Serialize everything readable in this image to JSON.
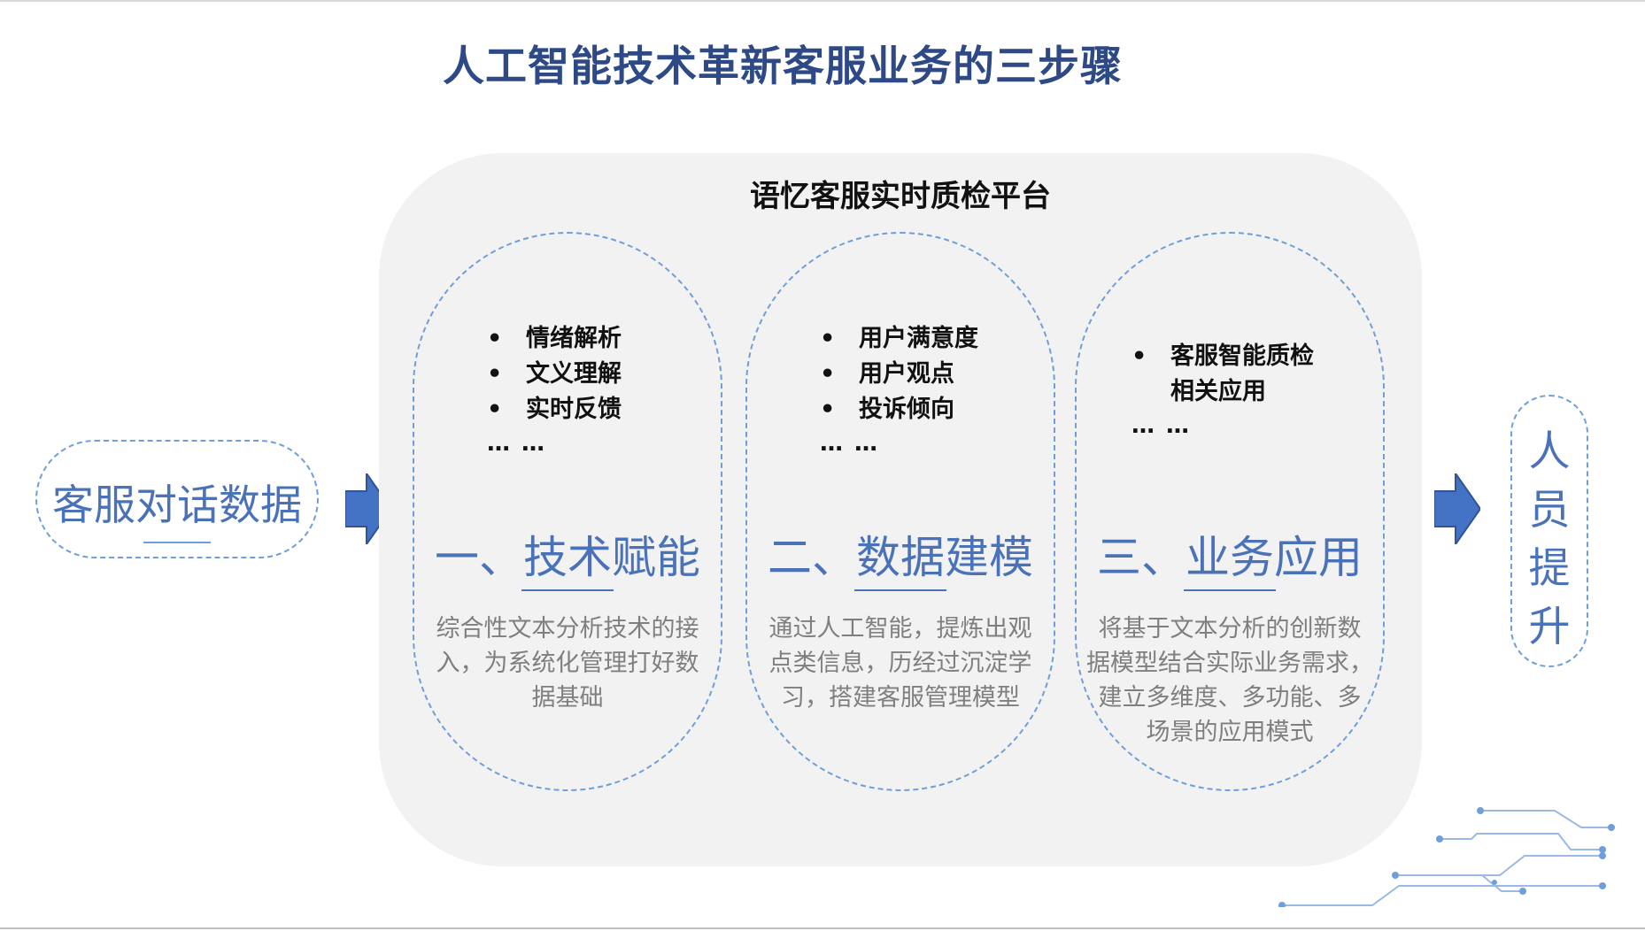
{
  "title": "人工智能技术革新客服业务的三步骤",
  "platform_title": "语忆客服实时质检平台",
  "input_label": "客服对话数据",
  "output_label": "人员提升",
  "steps": [
    {
      "bullets": [
        "情绪解析",
        "文义理解",
        "实时反馈"
      ],
      "ellipsis": "… …",
      "title": "一、技术赋能",
      "desc_lines": [
        "综合性文本分析技术的接",
        "入，为系统化管理打好数",
        "据基础"
      ]
    },
    {
      "bullets": [
        "用户满意度",
        "用户观点",
        "投诉倾向"
      ],
      "ellipsis": "… …",
      "title": "二、数据建模",
      "desc_lines": [
        "通过人工智能，提炼出观",
        "点类信息，历经过沉淀学",
        "习，搭建客服管理模型"
      ]
    },
    {
      "bullets_first": "客服智能质检",
      "bullets_cont": "相关应用",
      "ellipsis": "… …",
      "title": "三、业务应用",
      "desc_lines": [
        "将基于文本分析的创新数",
        "据模型结合实际业务需求，",
        "建立多维度、多功能、多",
        "场景的应用模式"
      ]
    }
  ],
  "bullet_symbol": "•",
  "colors": {
    "title": "#2e4a86",
    "accent": "#4a72b8",
    "dashed_border": "#6f9fd8",
    "platform_bg": "#f2f2f2",
    "desc_text": "#7f7f7f"
  },
  "icons": [
    "right-arrow-icon",
    "circuit-decoration-icon"
  ]
}
